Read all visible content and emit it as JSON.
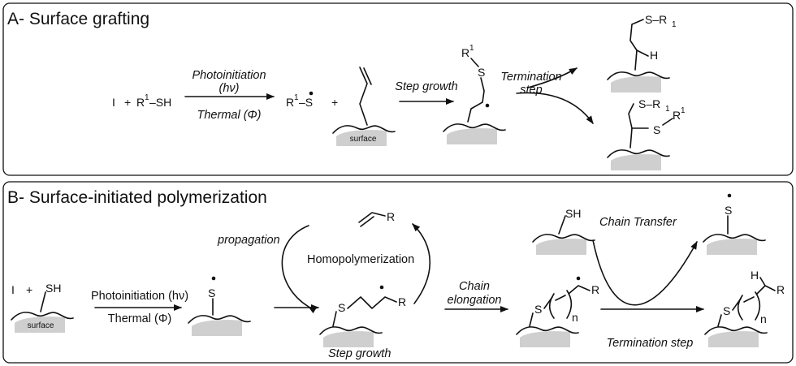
{
  "panel_a": {
    "title": "A- Surface grafting",
    "reactant_i": "I",
    "plus": "+",
    "thiol_r": "R",
    "sup_1": "1",
    "thiol_sh": "–SH",
    "arrow_top": "Photoinitiation",
    "arrow_mid": "(hν)",
    "arrow_bottom": "Thermal (Φ)",
    "radical_s": "–S",
    "surface_label": "surface",
    "step_growth": "Step growth",
    "termination_1": "Termination",
    "termination_2": "step",
    "atom_s": "S",
    "atom_h": "H",
    "sr1_text": "S–R",
    "sub_1": "1"
  },
  "panel_b": {
    "title": "B- Surface-initiated polymerization",
    "reactant_i": "I",
    "plus": "+",
    "sh": "SH",
    "surface_label": "surface",
    "arrow_top": "Photoinitiation (hν)",
    "arrow_bottom": "Thermal (Φ)",
    "propagation": "propagation",
    "homopolymerization": "Homopolymerization",
    "step_growth": "Step growth",
    "chain_1": "Chain",
    "chain_2": "elongation",
    "chain_transfer": "Chain Transfer",
    "termination": "Termination step",
    "atom_s": "S",
    "atom_r": "R",
    "atom_h": "H",
    "sub_n": "n"
  }
}
